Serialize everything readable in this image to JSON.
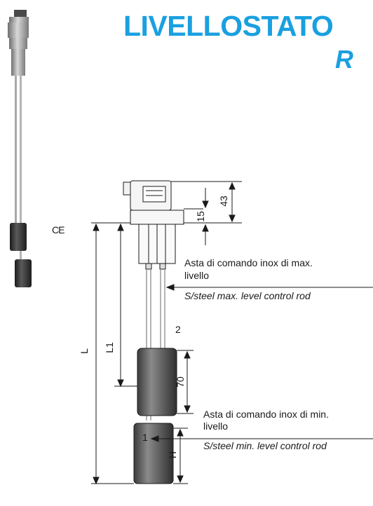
{
  "header": {
    "title": "LIVELLOSTATO",
    "subtitle": "R"
  },
  "marks": {
    "ce": "CE"
  },
  "dimensions": {
    "d43": "43",
    "d15": "15",
    "L": "L",
    "L1": "L1",
    "d70": "70",
    "H": "H"
  },
  "annotations": {
    "max_it_line1": "Asta di comando inox di max.",
    "max_it_line2": "livello",
    "max_en": "S/steel max. level control rod",
    "label_2": "2",
    "min_it_line1": "Asta di comando inox di min.",
    "min_it_line2": "livello",
    "min_en": "S/steel min. level control rod",
    "label_1": "1"
  },
  "colors": {
    "title": "#1aa0e0",
    "float_dark": "#2a2a2a",
    "rod_gray": "#9a9a9a"
  }
}
